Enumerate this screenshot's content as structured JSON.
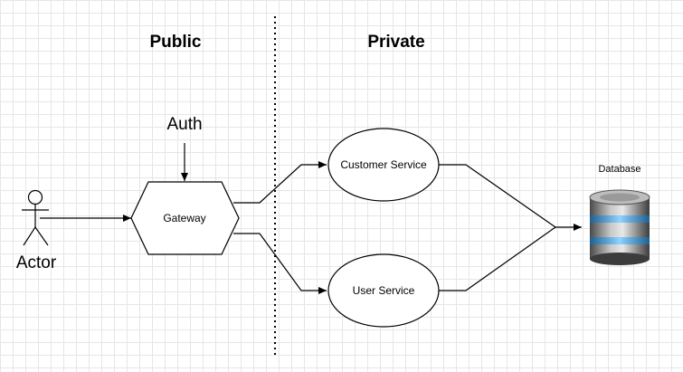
{
  "zones": {
    "public_label": "Public",
    "private_label": "Private"
  },
  "actor": {
    "label": "Actor",
    "icon": "stick-figure-icon"
  },
  "auth": {
    "label": "Auth"
  },
  "gateway": {
    "label": "Gateway"
  },
  "customer_service": {
    "label": "Customer Service"
  },
  "user_service": {
    "label": "User Service"
  },
  "database": {
    "label": "Database",
    "icon": "database-cylinder-icon",
    "accent_color": "#3aa0e0"
  },
  "colors": {
    "line": "#000000",
    "grid": "#e6e6e6",
    "background": "#ffffff"
  }
}
